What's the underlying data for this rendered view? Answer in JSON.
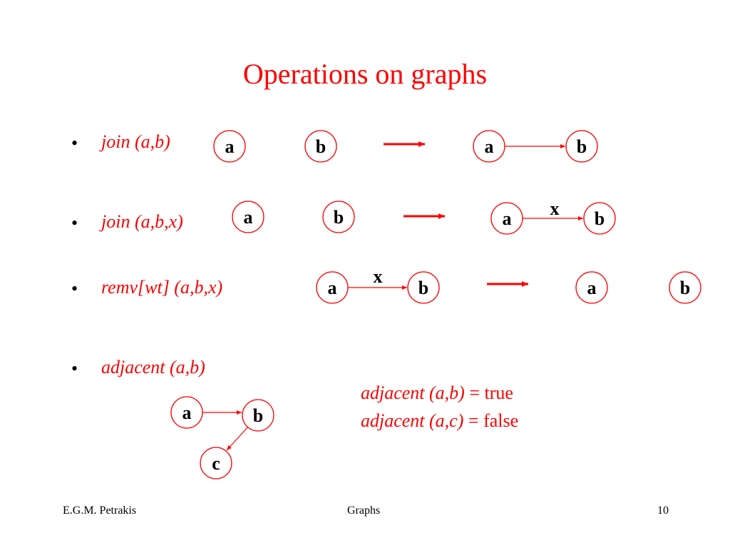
{
  "title": "Operations on graphs",
  "bullet_symbol": "•",
  "operations": [
    {
      "label": "join (a,b)"
    },
    {
      "label": "join (a,b,x)"
    },
    {
      "label": "remv[wt] (a,b,x)"
    },
    {
      "label": "adjacent (a,b)"
    }
  ],
  "node_labels": {
    "a": "a",
    "b": "b",
    "c": "c"
  },
  "edge_label": "x",
  "results": [
    {
      "expr": "adjacent (a,b)",
      "eq": " = ",
      "value": "true"
    },
    {
      "expr": "adjacent (a,c)",
      "eq": " = ",
      "value": "false"
    }
  ],
  "footer": {
    "author": "E.G.M. Petrakis",
    "topic": "Graphs",
    "page": "10"
  },
  "colors": {
    "accent": "#ff0000",
    "text": "#000000"
  }
}
